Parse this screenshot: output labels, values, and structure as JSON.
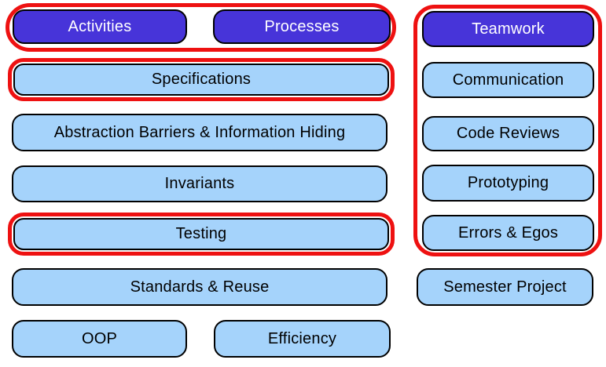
{
  "colors": {
    "background": "#ffffff",
    "header_fill": "#4734d9",
    "header_text": "#ffffff",
    "node_fill": "#a5d3fb",
    "node_text": "#000000",
    "node_border": "#000000",
    "highlight": "#ee1111"
  },
  "nodes": {
    "activities": {
      "label": "Activities",
      "variant": "header",
      "highlighted": true
    },
    "processes": {
      "label": "Processes",
      "variant": "header",
      "highlighted": true
    },
    "teamwork": {
      "label": "Teamwork",
      "variant": "header",
      "highlighted": true
    },
    "specifications": {
      "label": "Specifications",
      "variant": "topic",
      "highlighted": true
    },
    "communication": {
      "label": "Communication",
      "variant": "topic",
      "highlighted": true
    },
    "abstraction_barriers": {
      "label": "Abstraction Barriers & Information Hiding",
      "variant": "topic",
      "highlighted": false
    },
    "code_reviews": {
      "label": "Code Reviews",
      "variant": "topic",
      "highlighted": true
    },
    "invariants": {
      "label": "Invariants",
      "variant": "topic",
      "highlighted": false
    },
    "prototyping": {
      "label": "Prototyping",
      "variant": "topic",
      "highlighted": true
    },
    "testing": {
      "label": "Testing",
      "variant": "topic",
      "highlighted": true
    },
    "errors_egos": {
      "label": "Errors & Egos",
      "variant": "topic",
      "highlighted": true
    },
    "standards_reuse": {
      "label": "Standards & Reuse",
      "variant": "topic",
      "highlighted": false
    },
    "semester_project": {
      "label": "Semester Project",
      "variant": "topic",
      "highlighted": false
    },
    "oop": {
      "label": "OOP",
      "variant": "topic",
      "highlighted": false
    },
    "efficiency": {
      "label": "Efficiency",
      "variant": "topic",
      "highlighted": false
    }
  },
  "groups": [
    {
      "name": "activities-processes-group",
      "members": [
        "Activities",
        "Processes"
      ]
    },
    {
      "name": "specifications-highlight",
      "members": [
        "Specifications"
      ]
    },
    {
      "name": "testing-highlight",
      "members": [
        "Testing"
      ]
    },
    {
      "name": "teamwork-group",
      "members": [
        "Teamwork",
        "Communication",
        "Code Reviews",
        "Prototyping",
        "Errors & Egos"
      ]
    }
  ]
}
